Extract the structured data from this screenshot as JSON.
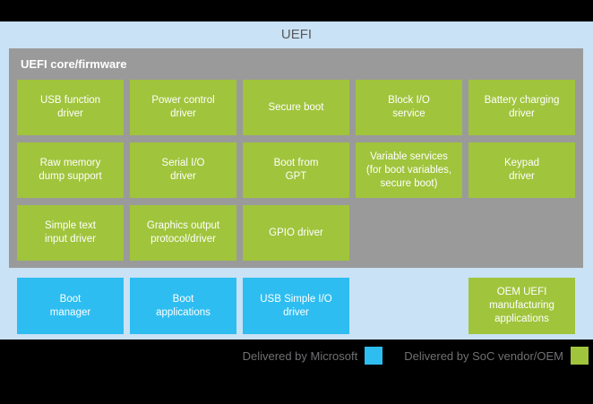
{
  "title": "UEFI",
  "container_label": "UEFI core/firmware",
  "colors": {
    "black_bg": "#000000",
    "light_blue_panel": "#c9e2f5",
    "gray_container": "#9a9a9a",
    "microsoft_blue": "#2ebdf0",
    "soc_green": "#a0c43c",
    "white_text": "#ffffff",
    "title_gray": "#595a5c",
    "legend_gray": "#6f7072"
  },
  "firmware_grid": {
    "rows": [
      [
        {
          "label": "USB function\ndriver",
          "delivered_by": "soc-vendor-oem"
        },
        {
          "label": "Power control\ndriver",
          "delivered_by": "soc-vendor-oem"
        },
        {
          "label": "Secure boot",
          "delivered_by": "soc-vendor-oem"
        },
        {
          "label": "Block I/O\nservice",
          "delivered_by": "soc-vendor-oem"
        },
        {
          "label": "Battery charging\ndriver",
          "delivered_by": "soc-vendor-oem"
        }
      ],
      [
        {
          "label": "Raw memory\ndump support",
          "delivered_by": "soc-vendor-oem"
        },
        {
          "label": "Serial I/O\ndriver",
          "delivered_by": "soc-vendor-oem"
        },
        {
          "label": "Boot from\nGPT",
          "delivered_by": "soc-vendor-oem"
        },
        {
          "label": "Variable services\n(for boot variables,\nsecure boot)",
          "delivered_by": "soc-vendor-oem"
        },
        {
          "label": "Keypad\ndriver",
          "delivered_by": "soc-vendor-oem"
        }
      ],
      [
        {
          "label": "Simple text\ninput driver",
          "delivered_by": "soc-vendor-oem"
        },
        {
          "label": "Graphics output\nprotocol/driver",
          "delivered_by": "soc-vendor-oem"
        },
        {
          "label": "GPIO driver",
          "delivered_by": "soc-vendor-oem"
        }
      ]
    ]
  },
  "bottom_row": [
    {
      "label": "Boot\nmanager",
      "delivered_by": "microsoft",
      "col": 1
    },
    {
      "label": "Boot\napplications",
      "delivered_by": "microsoft",
      "col": 2
    },
    {
      "label": "USB Simple I/O\ndriver",
      "delivered_by": "microsoft",
      "col": 3
    },
    {
      "label": "OEM UEFI\nmanufacturing\napplications",
      "delivered_by": "soc-vendor-oem",
      "col": 5
    }
  ],
  "legend": [
    {
      "label": "Delivered by Microsoft",
      "key": "microsoft",
      "color": "#2ebdf0"
    },
    {
      "label": "Delivered by SoC vendor/OEM",
      "key": "soc-vendor-oem",
      "color": "#a0c43c"
    }
  ]
}
